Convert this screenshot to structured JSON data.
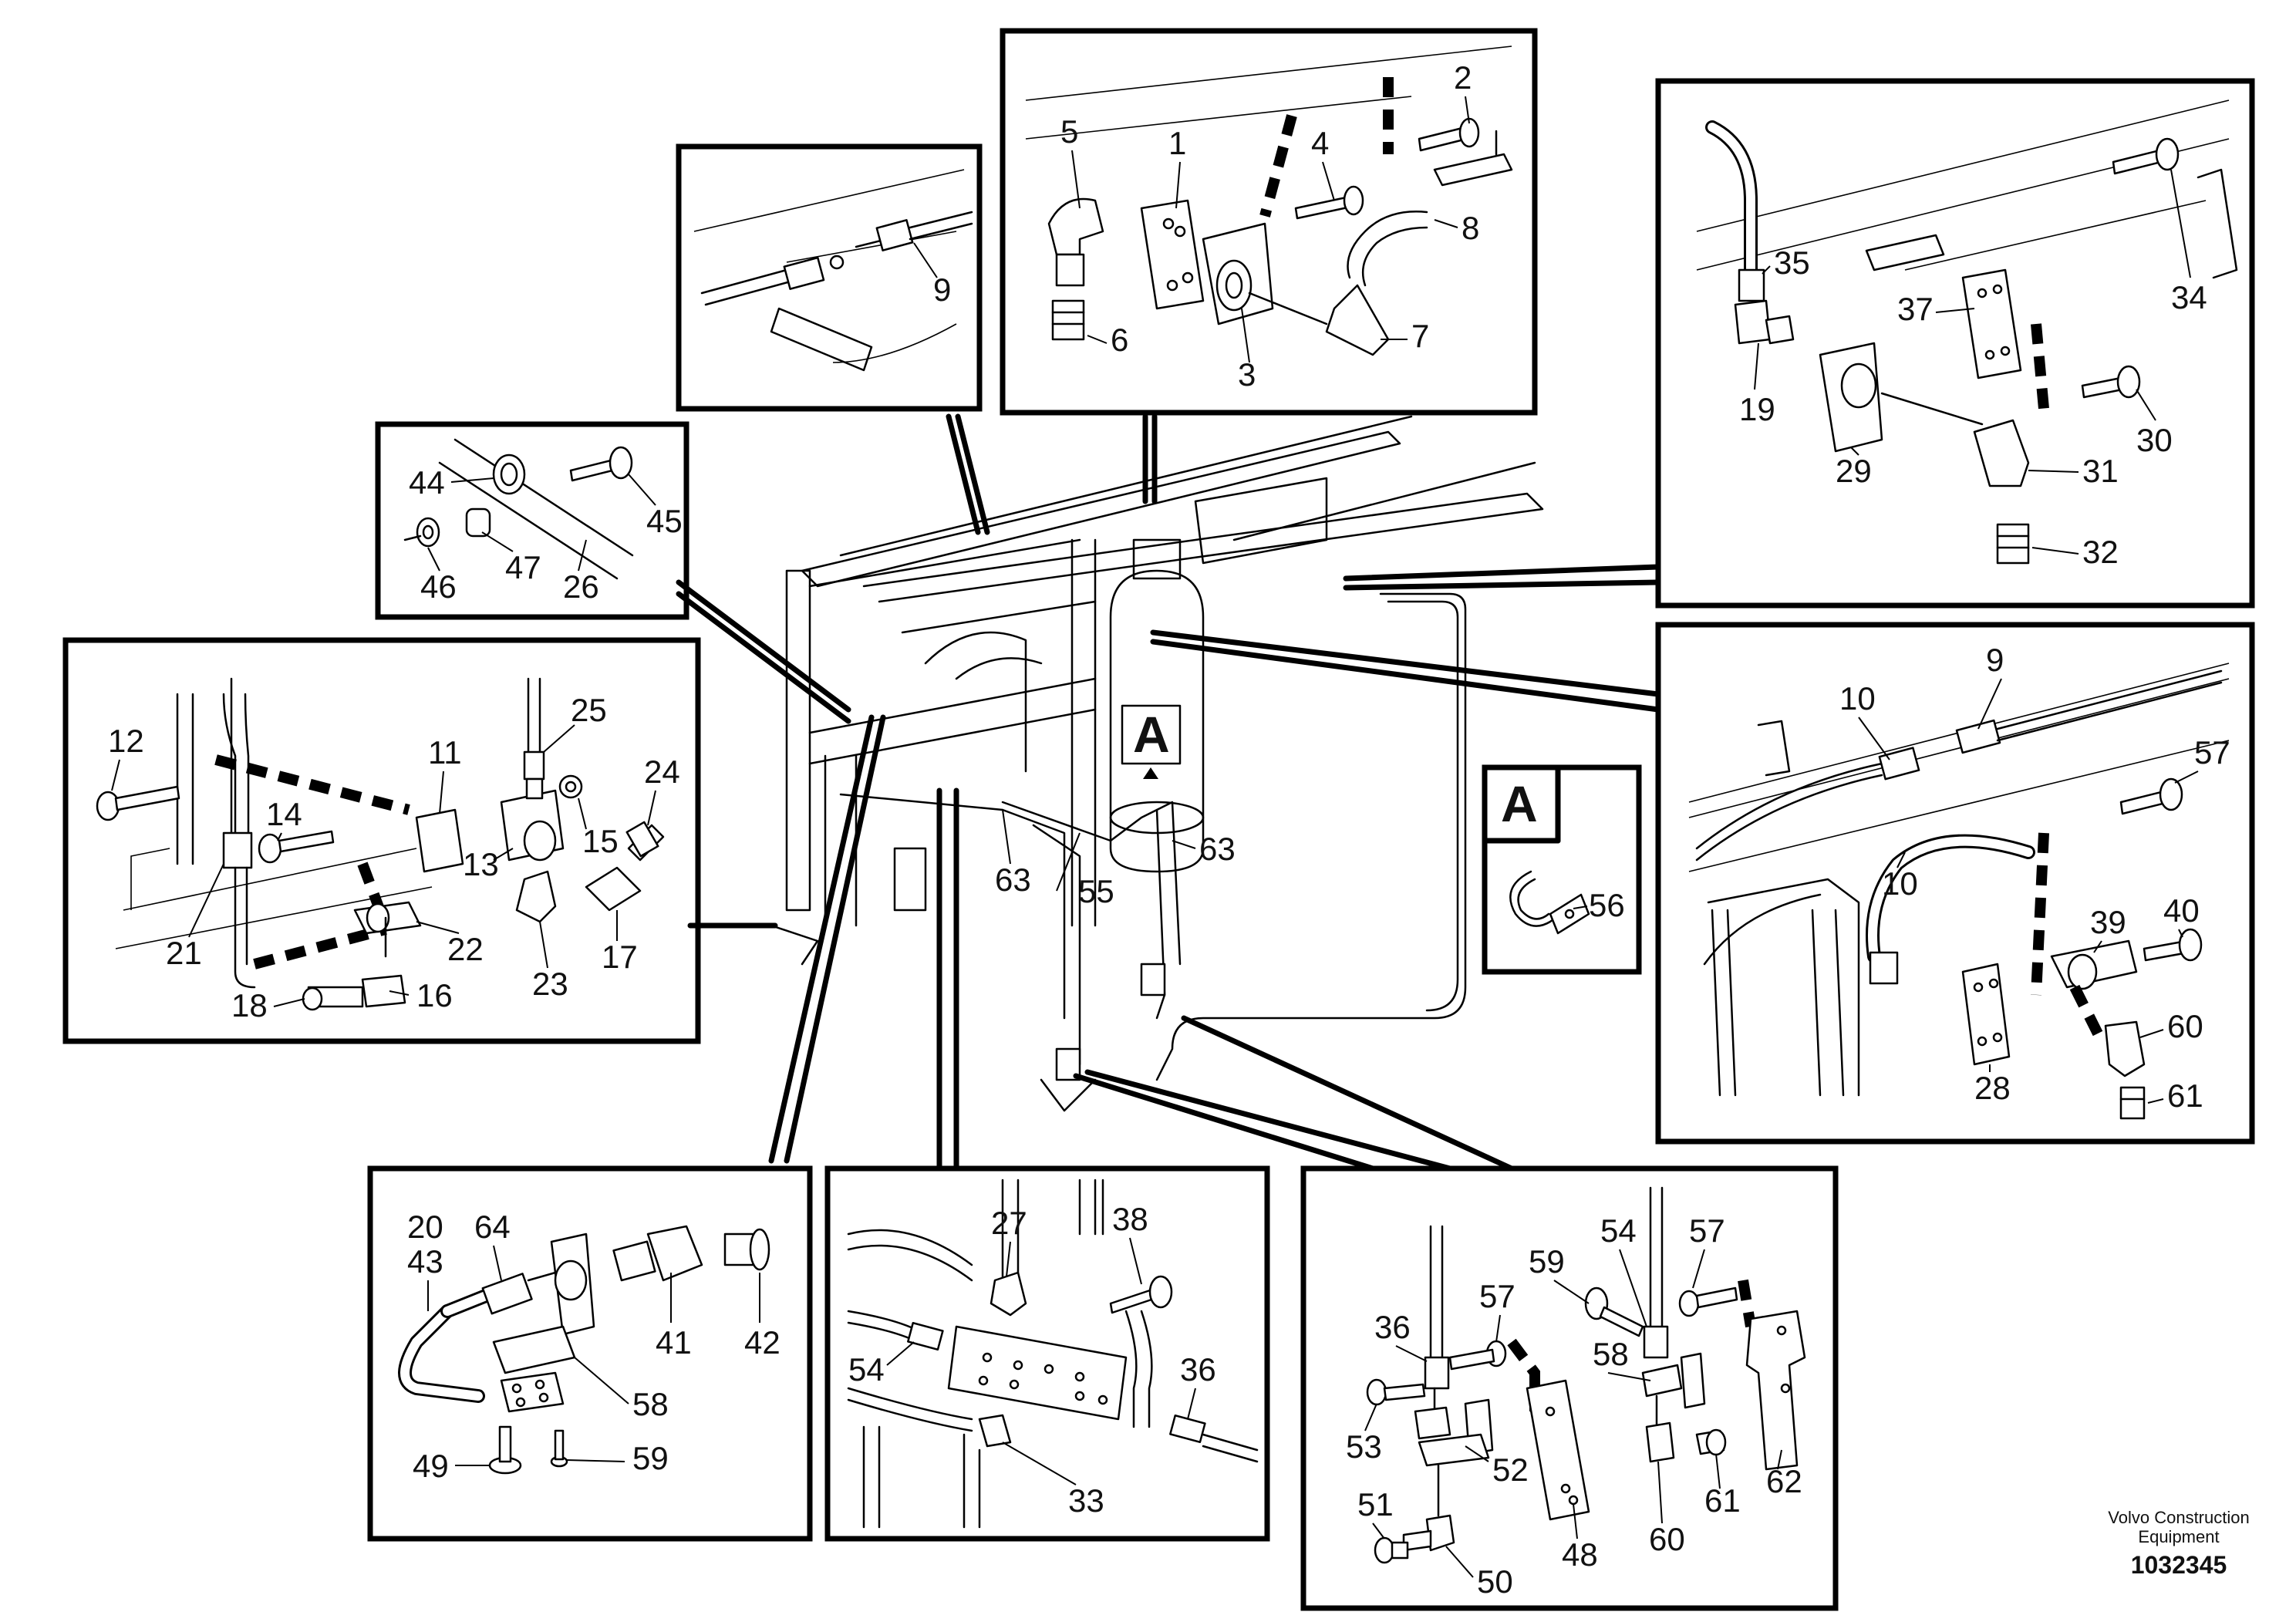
{
  "diagram": {
    "brand_line1": "Volvo Construction",
    "brand_line2": "Equipment",
    "document_number": "1032345",
    "view_label": "A"
  },
  "callouts": {
    "n1": "1",
    "n2": "2",
    "n3": "3",
    "n4": "4",
    "n5": "5",
    "n6": "6",
    "n7": "7",
    "n8": "8",
    "n9": "9",
    "n10": "10",
    "n11": "11",
    "n12": "12",
    "n13": "13",
    "n14": "14",
    "n15": "15",
    "n16": "16",
    "n17": "17",
    "n18": "18",
    "n19": "19",
    "n20": "20",
    "n21": "21",
    "n22": "22",
    "n23": "23",
    "n24": "24",
    "n25": "25",
    "n26": "26",
    "n27": "27",
    "n28": "28",
    "n29": "29",
    "n30": "30",
    "n31": "31",
    "n32": "32",
    "n33": "33",
    "n34": "34",
    "n35": "35",
    "n36": "36",
    "n37": "37",
    "n38": "38",
    "n39": "39",
    "n40": "40",
    "n41": "41",
    "n42": "42",
    "n43": "43",
    "n44": "44",
    "n45": "45",
    "n46": "46",
    "n47": "47",
    "n48": "48",
    "n49": "49",
    "n50": "50",
    "n51": "51",
    "n52": "52",
    "n53": "53",
    "n54": "54",
    "n55": "55",
    "n56": "56",
    "n57": "57",
    "n58": "58",
    "n59": "59",
    "n60": "60",
    "n61": "61",
    "n62": "62",
    "n63": "63",
    "n64": "64"
  }
}
